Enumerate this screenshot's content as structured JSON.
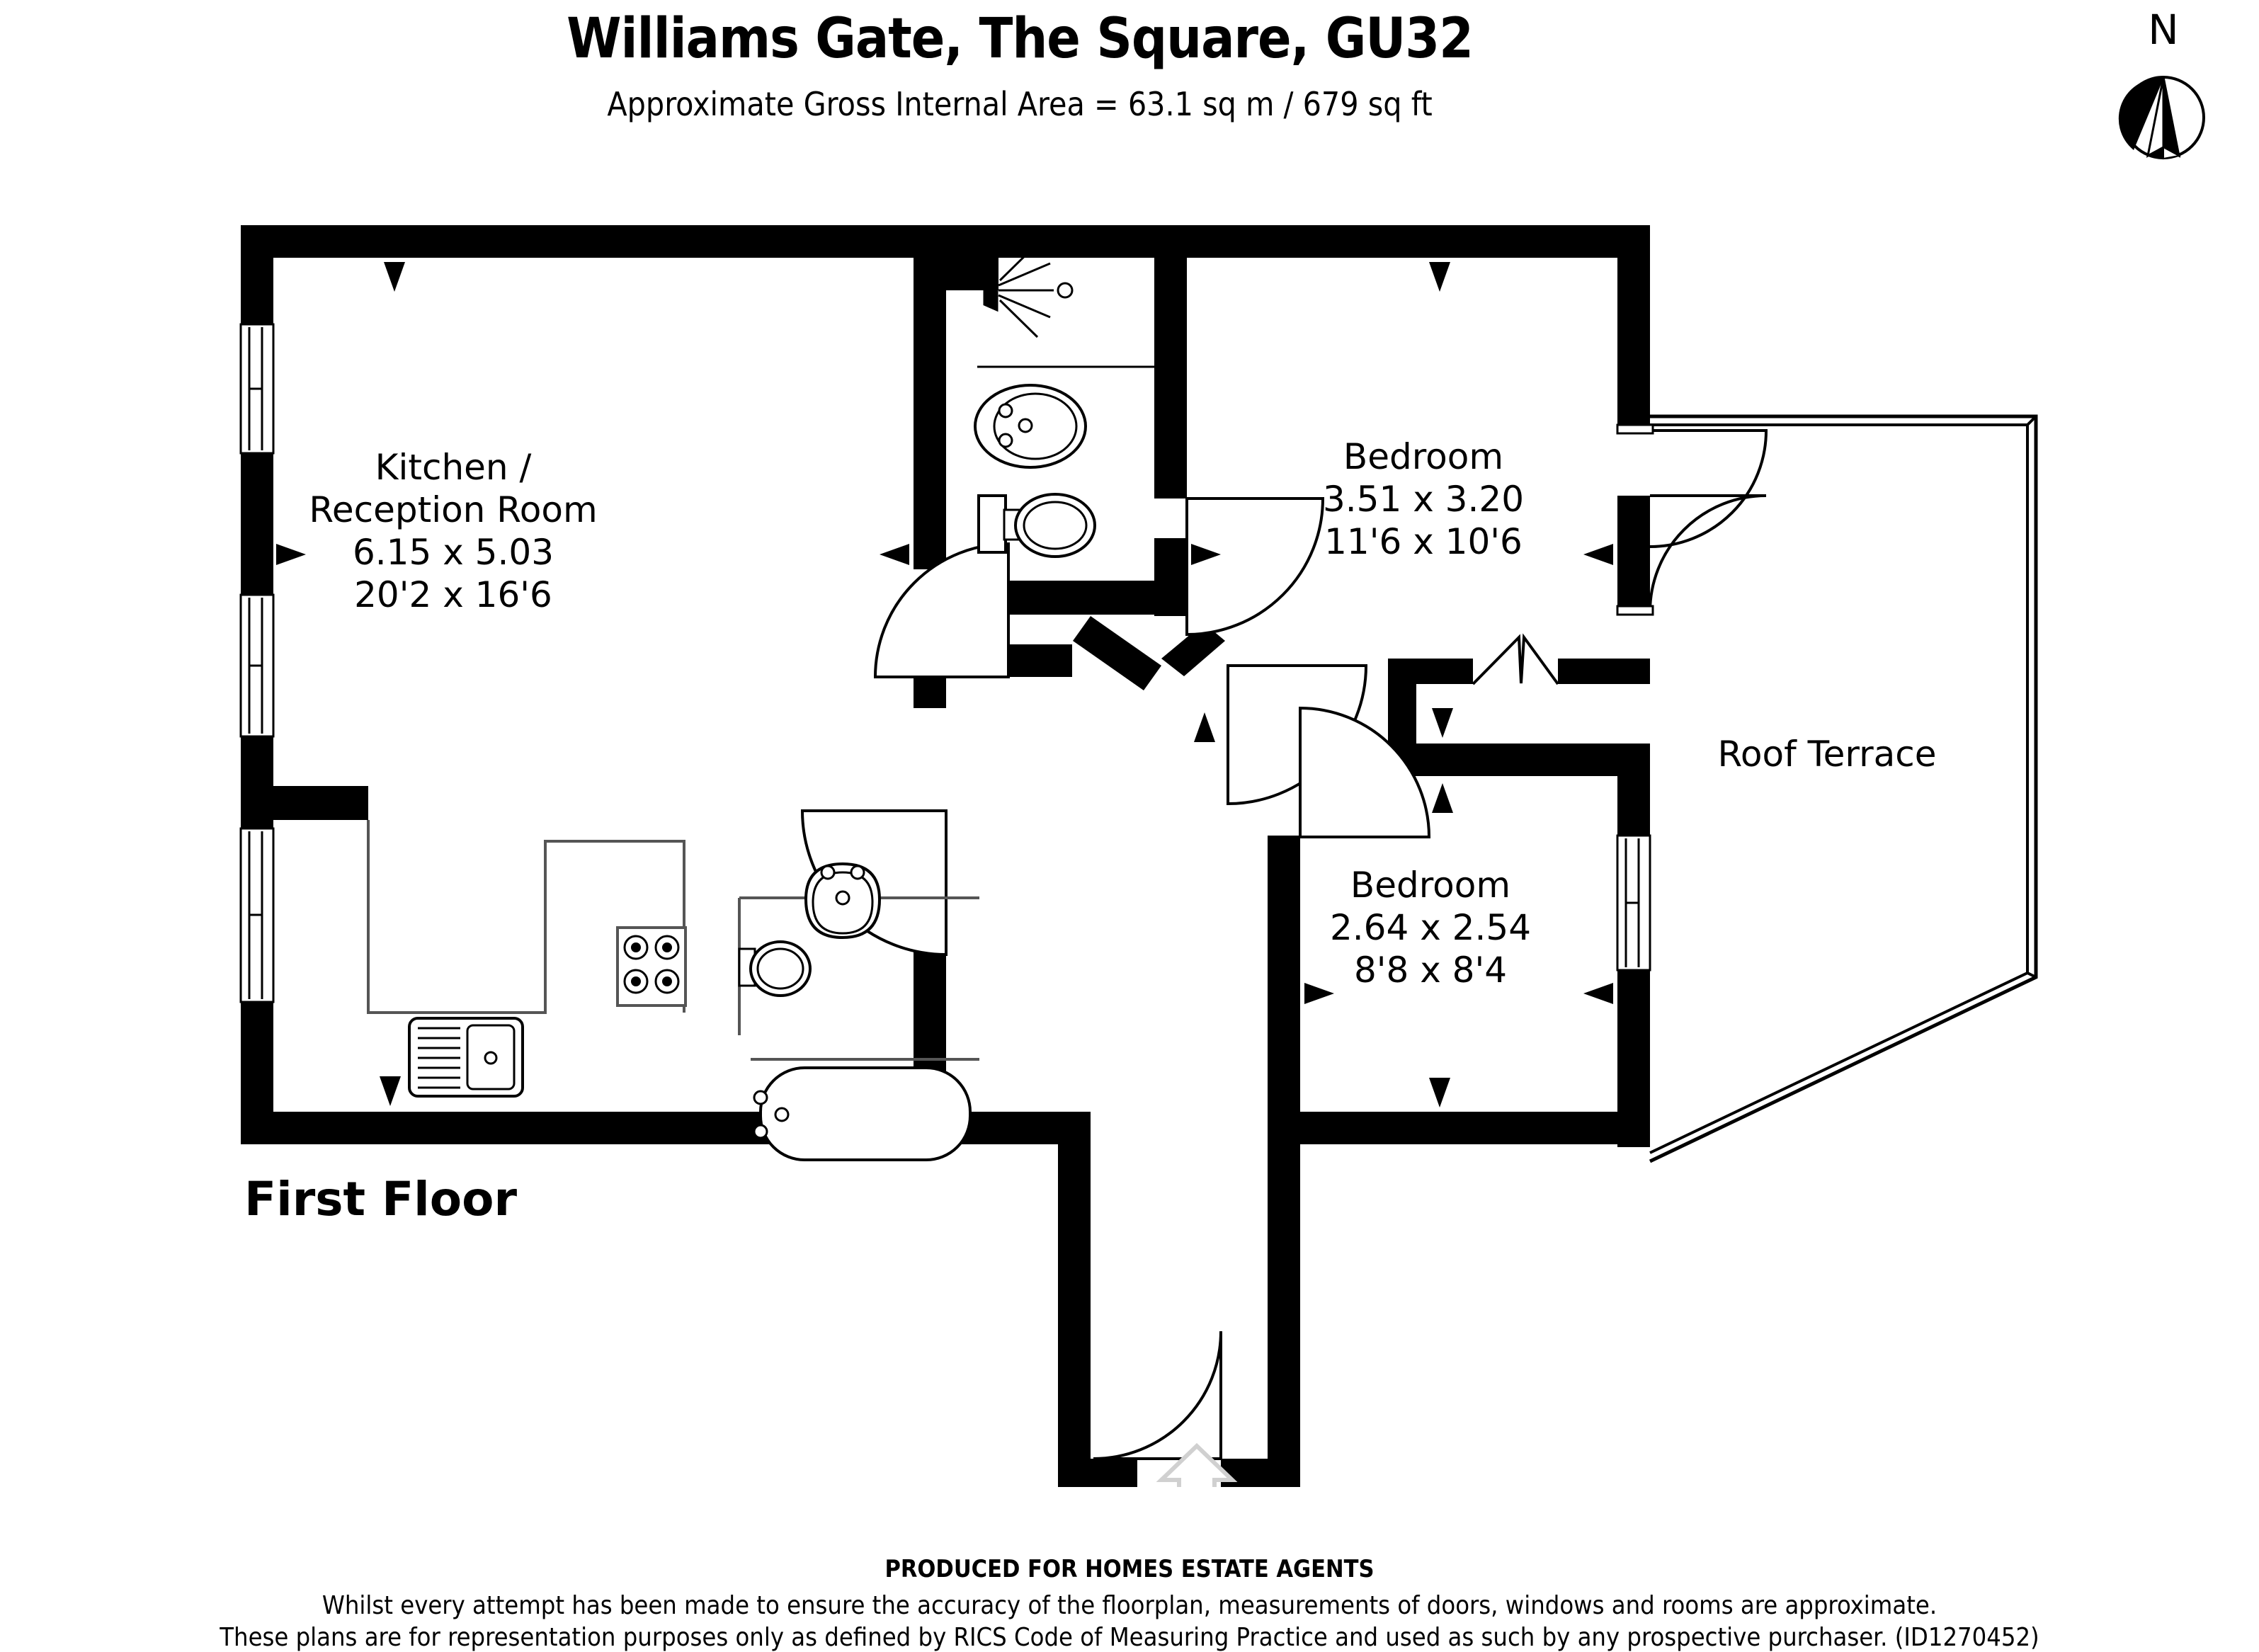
{
  "header": {
    "title": "Williams Gate, The Square, GU32",
    "subtitle": "Approximate Gross Internal Area = 63.1 sq m / 679 sq ft"
  },
  "compass": {
    "label": "N",
    "icon": "compass-north-icon"
  },
  "plan": {
    "floor_label": "First Floor",
    "rooms": [
      {
        "key": "kitchen_reception",
        "name": "Kitchen /",
        "name2": "Reception Room",
        "metric": "6.15 x 5.03",
        "imperial": "20'2 x 16'6"
      },
      {
        "key": "bedroom_1",
        "name": "Bedroom",
        "metric": "3.51 x 3.20",
        "imperial": "11'6 x 10'6"
      },
      {
        "key": "bedroom_2",
        "name": "Bedroom",
        "metric": "2.64 x 2.54",
        "imperial": "8'8 x 8'4"
      },
      {
        "key": "roof_terrace",
        "name": "Roof Terrace",
        "metric": "",
        "imperial": ""
      }
    ],
    "fixtures": [
      "shower-head-icon",
      "ensuite-basin-icon",
      "ensuite-wc-icon",
      "bathroom-basin-icon",
      "bathroom-wc-icon",
      "bathtub-icon",
      "kitchen-hob-icon",
      "kitchen-sink-icon",
      "cupboard-icon"
    ],
    "windows_count": 4,
    "entrance_arrow": "entrance-direction-arrow"
  },
  "colors": {
    "wall": "#000000",
    "background": "#ffffff",
    "fixture_stroke": "#000000",
    "entrance_arrow": "#d8d8d8",
    "thin_line": "#555555"
  },
  "footer": {
    "producer": "PRODUCED FOR HOMES ESTATE AGENTS",
    "line1": "Whilst every attempt has been made to ensure the accuracy of the floorplan, measurements of doors, windows and rooms are approximate.",
    "line2": "These plans are for representation purposes only as defined by RICS Code of Measuring Practice and used as such by any prospective purchaser. (ID1270452)"
  }
}
